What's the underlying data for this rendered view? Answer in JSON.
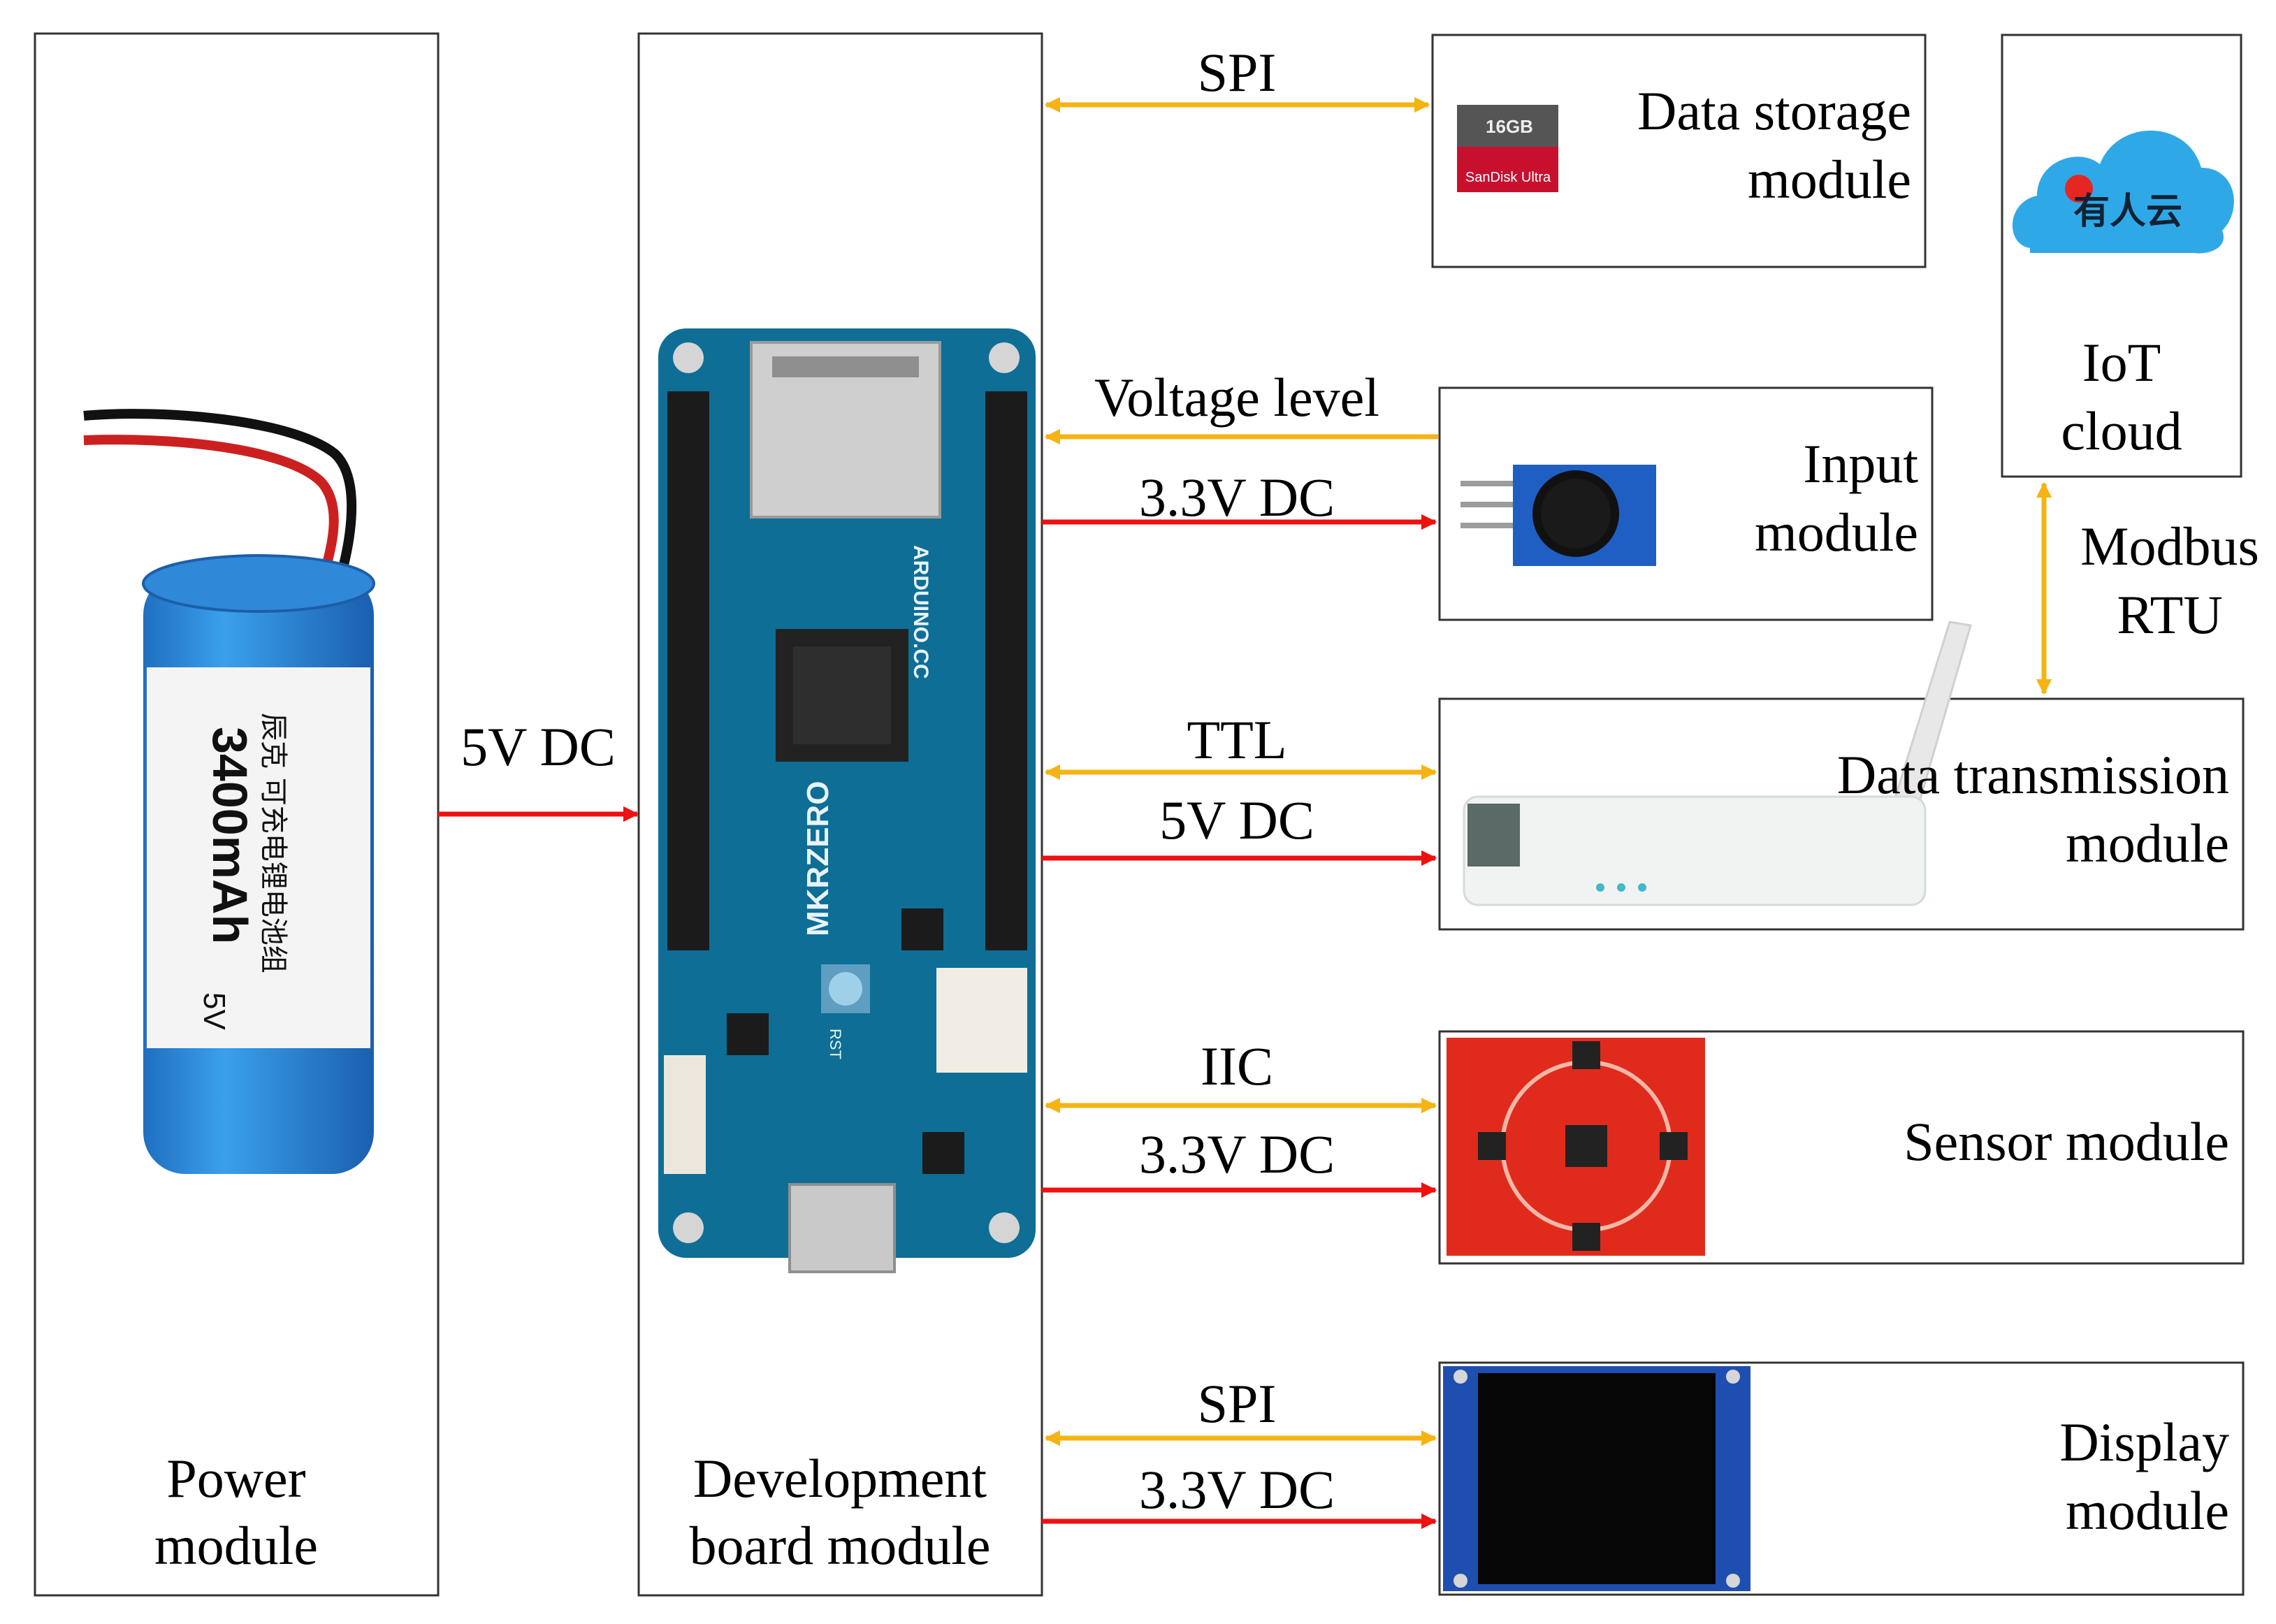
{
  "colors": {
    "power_arrow": "#ee1111",
    "data_arrow": "#f5b414",
    "box_stroke": "#333333",
    "board_blue": "#0e6e96",
    "sd_red": "#c8102e",
    "cloud_blue": "#2fa8e8",
    "sensor_red": "#e02b1c",
    "modem_white": "#f1f3f3",
    "battery_blue": "#2b86d6"
  },
  "modules": {
    "power": {
      "line1": "Power",
      "line2": "module",
      "battery_text": "3400mAh",
      "battery_brand": "辰克 可充电锂电池组",
      "battery_voltage": "5V"
    },
    "board": {
      "line1": "Development",
      "line2": "board module",
      "silk_arduino": "ARDUINO.CC",
      "silk_model": "MKRZERO",
      "silk_reset": "RST"
    },
    "storage": {
      "line1": "Data storage",
      "line2": "module",
      "card_size": "16GB",
      "card_brand": "SanDisk Ultra"
    },
    "input": {
      "line1": "Input",
      "line2": "module"
    },
    "transmission": {
      "line1": "Data transmission",
      "line2": "module"
    },
    "sensor": {
      "line1": "Sensor module"
    },
    "display": {
      "line1": "Display",
      "line2": "module"
    },
    "iot": {
      "line1": "IoT",
      "line2": "cloud",
      "logo_text": "有人云"
    }
  },
  "connections": {
    "power_to_board": "5V DC",
    "storage_spi": "SPI",
    "input_voltage": "Voltage level",
    "input_power": "3.3V DC",
    "transmission_ttl": "TTL",
    "transmission_power": "5V DC",
    "sensor_iic": "IIC",
    "sensor_power": "3.3V DC",
    "display_spi": "SPI",
    "display_power": "3.3V DC",
    "cloud_link_1": "Modbus",
    "cloud_link_2": "RTU"
  }
}
